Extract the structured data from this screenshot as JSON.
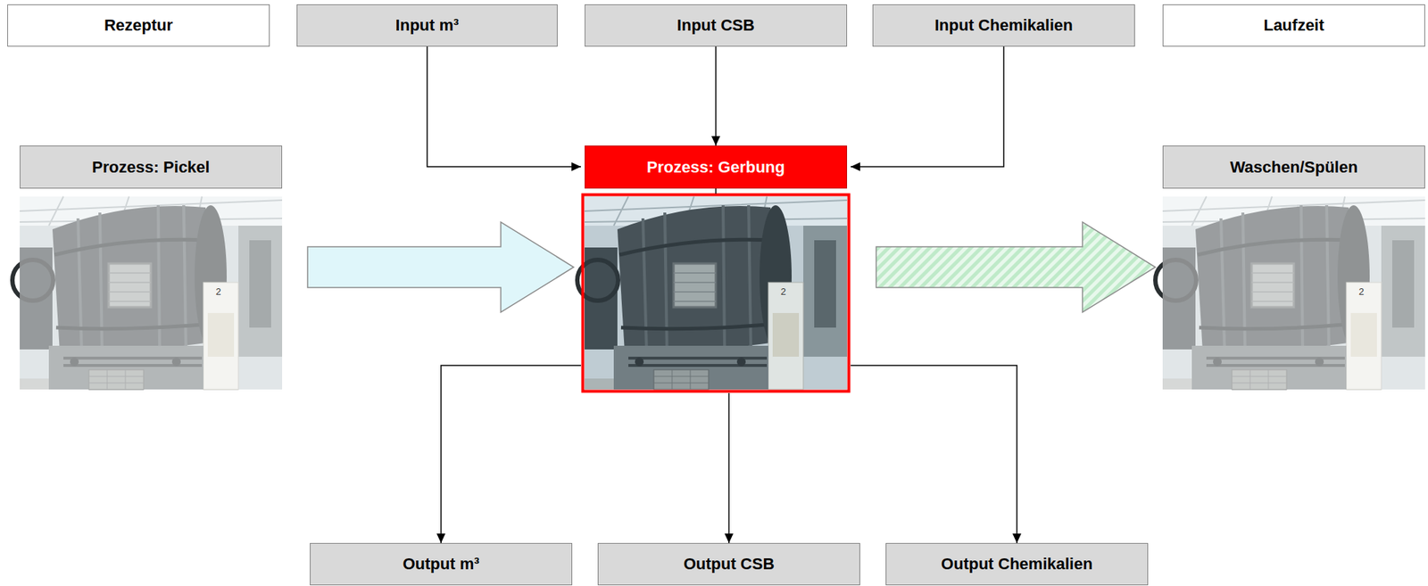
{
  "diagram": {
    "nodes": [
      {
        "text": [
          "Rezeptur"
        ]
      },
      {
        "text": [
          "Input m³"
        ]
      },
      {
        "text": [
          "Input CSB"
        ]
      },
      {
        "text": [
          "Input Chemikalien"
        ]
      },
      {
        "text": [
          "Laufzeit"
        ]
      },
      {
        "text": [
          "Prozess: Pickel"
        ]
      },
      {
        "text": [
          "Prozess: Gerbung"
        ]
      },
      {
        "text": [
          "Waschen/Spülen"
        ]
      },
      {
        "text": [
          "Output m³"
        ]
      },
      {
        "text": [
          "Output CSB"
        ]
      },
      {
        "text": [
          "Output Chemikalien"
        ]
      }
    ],
    "edges": [
      {
        "from": 1,
        "to": 6,
        "arrow": "to"
      },
      {
        "from": 2,
        "to": 6,
        "arrow": "to"
      },
      {
        "from": 3,
        "to": 6,
        "arrow": "to"
      },
      {
        "from": 6,
        "to": 8,
        "arrow": "to"
      },
      {
        "from": 6,
        "to": 9,
        "arrow": "to"
      },
      {
        "from": 6,
        "to": 10,
        "arrow": "to"
      },
      {
        "from": 5,
        "to": 6,
        "arrow": "to"
      },
      {
        "from": 6,
        "to": 7,
        "arrow": "to"
      }
    ],
    "labels": [
      "2",
      "2",
      "2"
    ]
  }
}
